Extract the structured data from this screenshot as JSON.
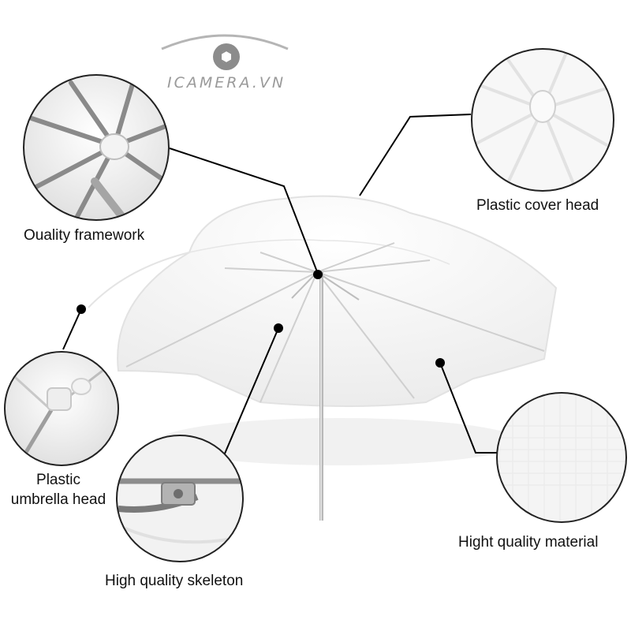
{
  "brand": {
    "logo_text": "ICAMERA.VN"
  },
  "callouts": {
    "framework": "Ouality framework",
    "cover_head": "Plastic cover head",
    "umbrella_head": "Plastic\numbrella head",
    "skeleton": "High quality skeleton",
    "material": "Hight quality material"
  },
  "colors": {
    "canopy": "#f7f7f7",
    "rib": "#c9c9c9",
    "shaft": "#b8b8b8",
    "leader_line": "#000000",
    "circle_border": "#222222",
    "logo": "#9a9a9a"
  }
}
